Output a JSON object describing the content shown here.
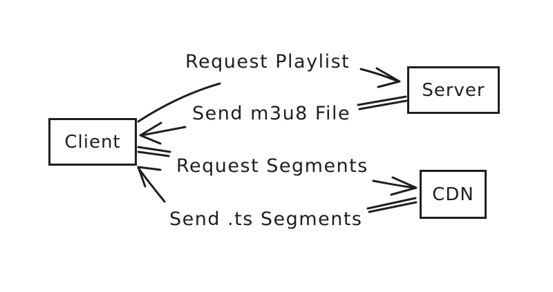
{
  "nodes": {
    "client": "Client",
    "server": "Server",
    "cdn": "CDN"
  },
  "edges": {
    "request_playlist": "Request Playlist",
    "send_m3u8": "Send m3u8 File",
    "request_segments": "Request Segments",
    "send_ts": "Send .ts Segments"
  },
  "colors": {
    "ink": "#1e1e1e",
    "background": "#ffffff"
  }
}
